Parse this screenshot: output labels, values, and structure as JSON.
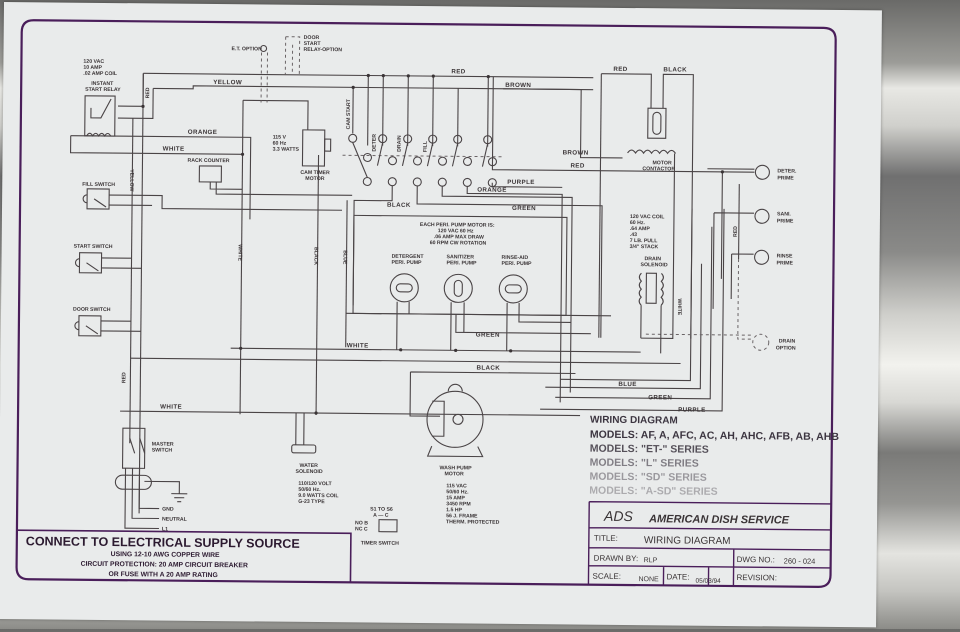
{
  "wire_labels": {
    "red_top": "RED",
    "yellow_top": "YELLOW",
    "brown_top": "BROWN",
    "red_left": "RED",
    "yellow_left": "YELLOW",
    "orange": "ORANGE",
    "white_top": "WHITE",
    "red_contactor": "RED",
    "black_contactor": "BLACK",
    "brown_mid": "BROWN",
    "red_mid": "RED",
    "purple_mid": "PURPLE",
    "orange_mid": "ORANGE",
    "black_mid": "BLACK",
    "green_mid": "GREEN",
    "white_vert": "WHITE",
    "black_vert": "BLACK",
    "blue_vert": "BLUE",
    "green_low": "GREEN",
    "white_low": "WHITE",
    "black_low": "BLACK",
    "blue_low": "BLUE",
    "green_bottom": "GREEN",
    "purple_bottom": "PURPLE",
    "white_master": "WHITE",
    "red_vert_left": "RED",
    "red_vert_right": "RED",
    "white_vert_right": "WHITE"
  },
  "components": {
    "relay": {
      "spec": [
        "120 VAC",
        "10 AMP",
        ".02 AMP COIL"
      ],
      "name": [
        "INSTANT",
        "START RELAY"
      ]
    },
    "et_option": "E.T. OPTION",
    "door_relay": [
      "DOOR",
      "START",
      "RELAY-OPTION"
    ],
    "cam_timer": {
      "spec": [
        "115 V",
        "60 Hz",
        "3.3 WATTS"
      ],
      "name": [
        "CAM TIMER",
        "MOTOR"
      ]
    },
    "rack_counter": "RACK COUNTER",
    "cam_labels": [
      "CAM START",
      "DETER",
      "DRAIN",
      "FILL",
      "",
      ""
    ],
    "fill_switch": "FILL SWITCH",
    "start_switch": "START SWITCH",
    "door_switch": "DOOR SWITCH",
    "motor_contactor": [
      "MOTOR",
      "CONTACTOR"
    ],
    "drain_solenoid": {
      "spec": [
        "120 VAC COIL",
        "60 Hz.",
        ".64 AMP",
        ".43",
        "7 LB. PULL",
        "3/4\" STACK"
      ],
      "name": [
        "DRAIN",
        "SOLENOID"
      ]
    },
    "deter_prime": [
      "DETER.",
      "PRIME"
    ],
    "sani_prime": [
      "SANI.",
      "PRIME"
    ],
    "rinse_prime": [
      "RINSE",
      "PRIME"
    ],
    "drain_option": [
      "DRAIN",
      "OPTION"
    ],
    "peri_header": [
      "EACH PERI. PUMP MOTOR IS:",
      "120 VAC    60 Hz",
      ".06 AMP MAX DRAW",
      "60 RPM CW ROTATION"
    ],
    "pumps": [
      [
        "DETERGENT",
        "PERI. PUMP"
      ],
      [
        "SANITIZER",
        "PERI. PUMP"
      ],
      [
        "RINSE-AID",
        "PERI. PUMP"
      ]
    ],
    "master_switch": [
      "MASTER",
      "SWITCH"
    ],
    "supply_terminals": [
      "GND",
      "NEUTRAL",
      "L1"
    ],
    "water_solenoid": {
      "name": [
        "WATER",
        "SOLENOID"
      ],
      "spec": [
        "110/120 VOLT",
        "50/60 Hz.",
        "9.0 WATTS COIL",
        "G-23 TYPE"
      ]
    },
    "timer_switch": {
      "top": "S1 TO S6",
      "ab": "A — C",
      "no": "NO B",
      "nc": "NC C",
      "name": "TIMER SWITCH"
    },
    "wash_pump": {
      "name": [
        "WASH PUMP",
        "MOTOR"
      ],
      "spec": [
        "115 VAC",
        "50/60 Hz.",
        "15 AMP",
        "3450 RPM",
        "1.5 HP",
        "56 J. FRAME",
        "THERM. PROTECTED"
      ]
    }
  },
  "models_block": {
    "heading": "WIRING DIAGRAM",
    "lines": [
      "MODELS: AF, A, AFC, AC, AH, AHC, AFB, AB, AHB",
      "MODELS: \"ET-\" SERIES",
      "MODELS: \"L\" SERIES",
      "MODELS: \"SD\" SERIES",
      "MODELS: \"A-SD\" SERIES"
    ]
  },
  "title_block": {
    "logo": "ADS",
    "company": "AMERICAN DISH SERVICE",
    "title_label": "TITLE:",
    "title_value": "WIRING DIAGRAM",
    "drawn_label": "DRAWN BY:",
    "drawn_value": "RLP",
    "dwg_label": "DWG NO.:",
    "dwg_value": "260 - 024",
    "scale_label": "SCALE:",
    "scale_value": "NONE",
    "date_label": "DATE:",
    "date_value": "05/03/94",
    "revision_label": "REVISION:"
  },
  "supply_note": {
    "heading": "CONNECT TO ELECTRICAL SUPPLY SOURCE",
    "lines": [
      "USING 12-10 AWG COPPER WIRE",
      "CIRCUIT PROTECTION: 20 AMP CIRCUIT BREAKER",
      "OR FUSE WITH A 20 AMP RATING"
    ]
  },
  "colors": {
    "frame": "#4a1e5a",
    "paper": "#e9ebeb",
    "ink": "#3a3436"
  }
}
